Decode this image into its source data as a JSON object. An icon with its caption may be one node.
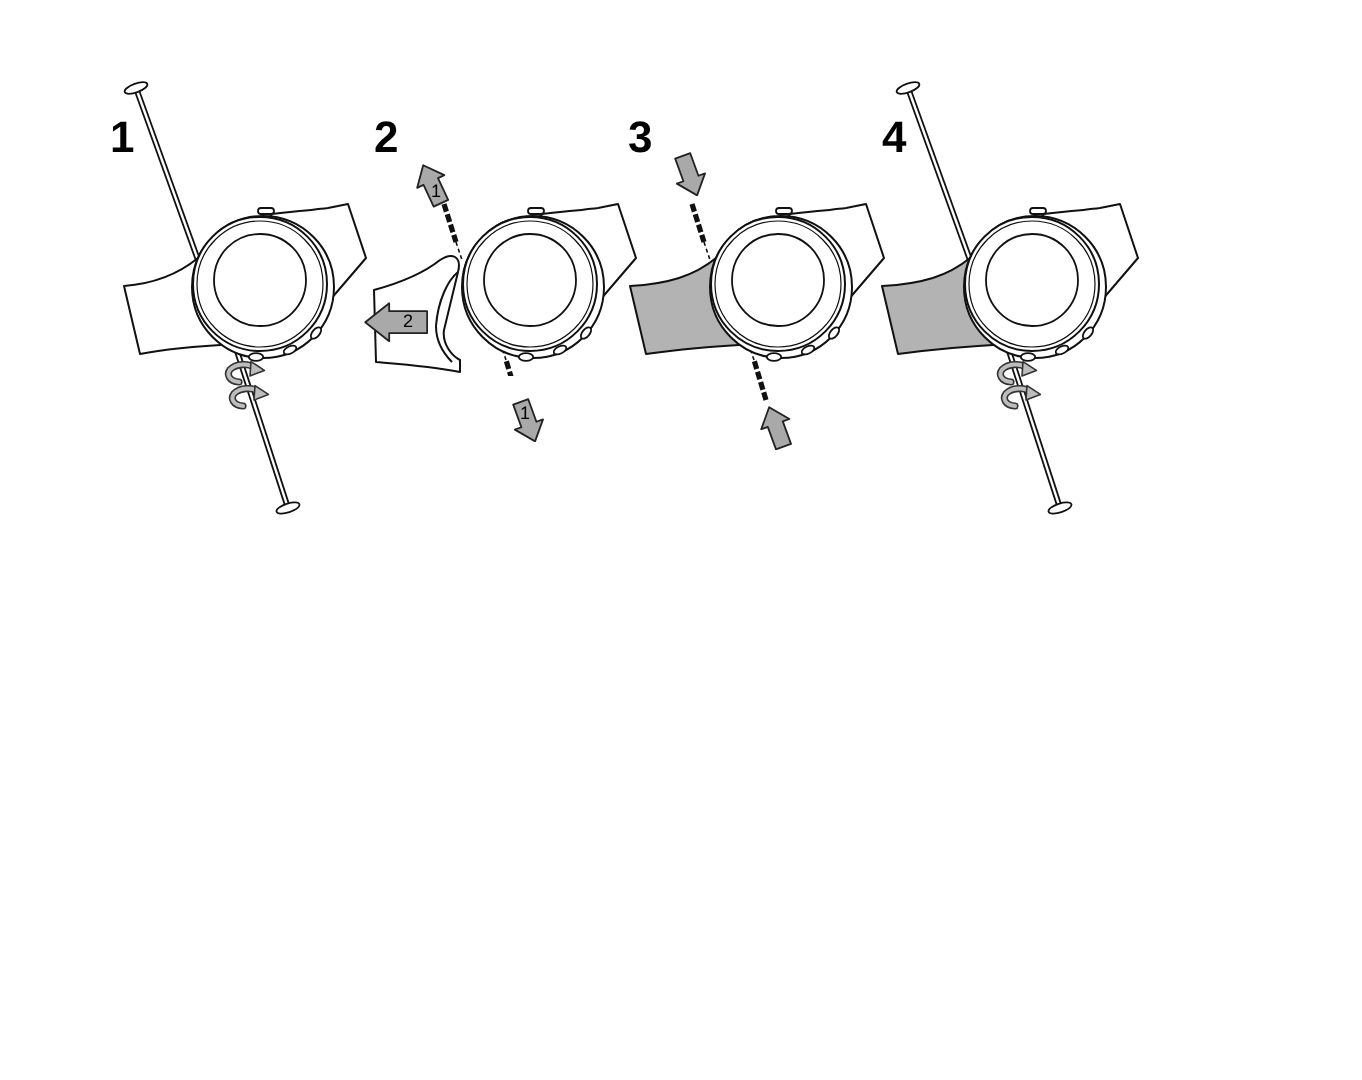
{
  "diagram": {
    "labels": [
      "1",
      "2",
      "1",
      "2",
      "1",
      "3",
      "4"
    ]
  }
}
